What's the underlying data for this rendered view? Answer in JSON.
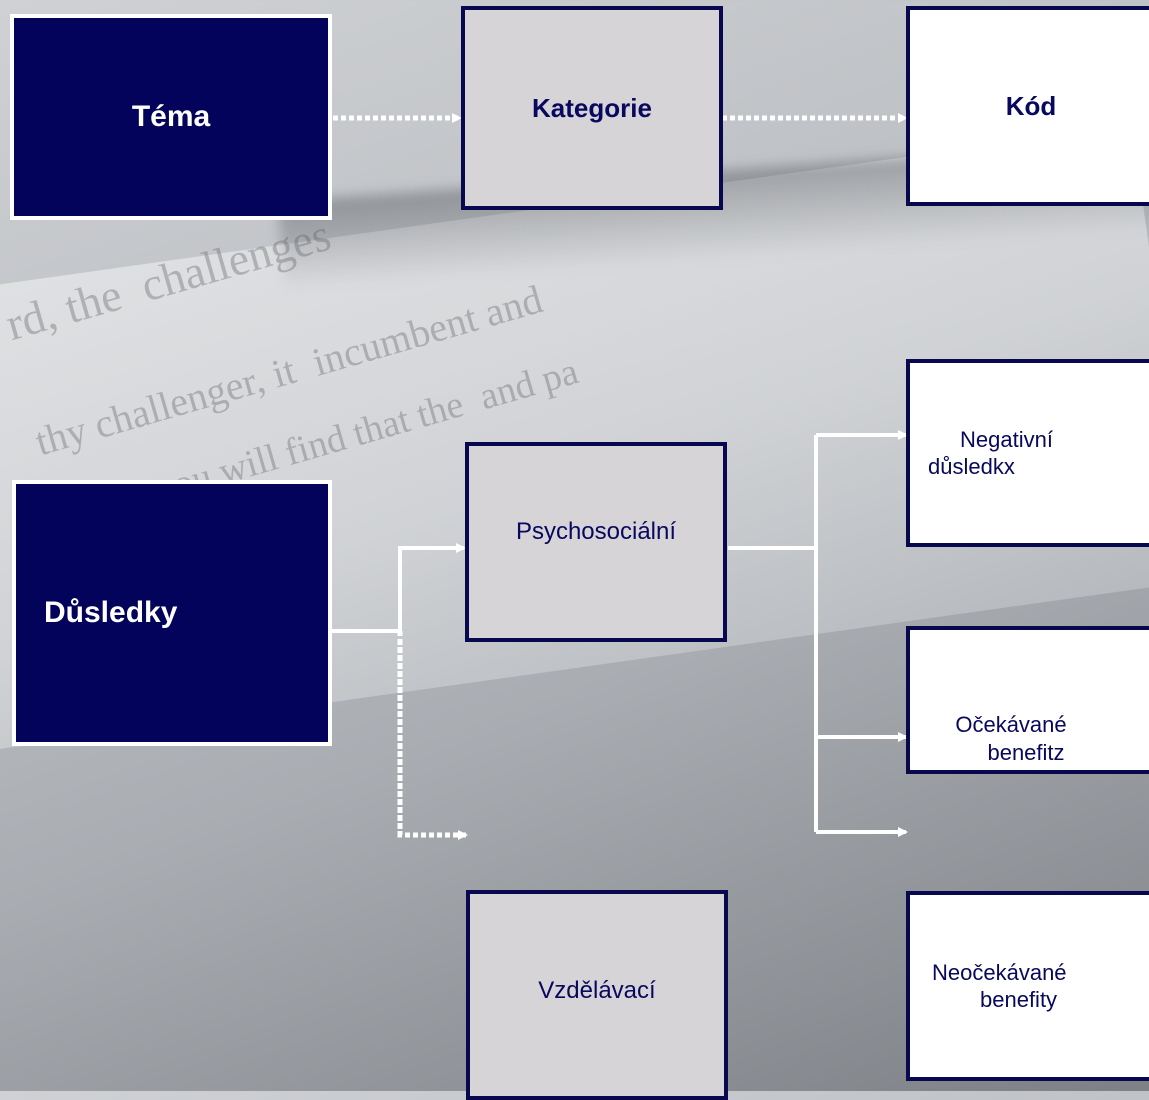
{
  "legend": {
    "theme": "Téma",
    "category": "Kategorie",
    "code": "Kód"
  },
  "diagram": {
    "theme": "Důsledky",
    "categories": [
      "Psychosociální",
      "Vzdělávací"
    ],
    "codes": [
      {
        "line1": "Negativní",
        "line2": "důsledkx"
      },
      {
        "line1": "Očekávané",
        "line2": "benefitz"
      },
      {
        "line1": "Neočekávané",
        "line2": "benefity"
      }
    ]
  },
  "colors": {
    "theme_fill": "#03035c",
    "category_fill": "#d6d4d7",
    "code_fill": "#ffffff",
    "border": "#08084f",
    "connector": "#ffffff"
  }
}
